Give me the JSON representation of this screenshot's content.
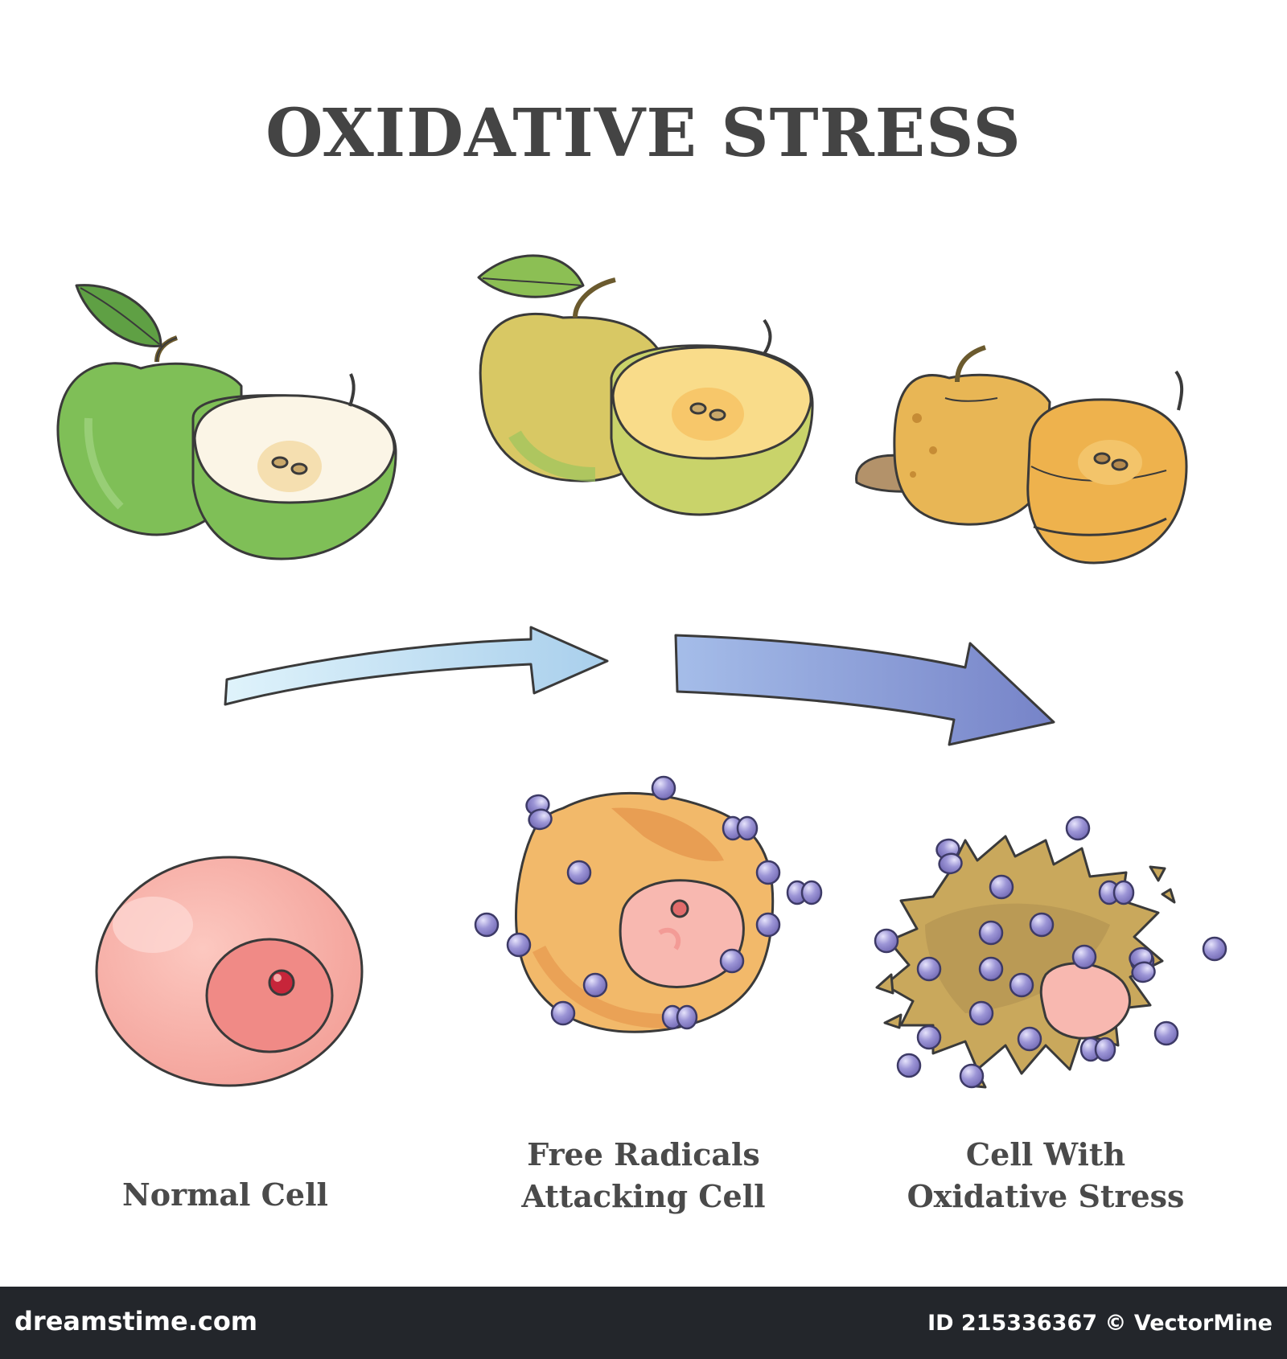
{
  "title": "OXIDATIVE STRESS",
  "stages": [
    {
      "label_lines": [
        "Normal Cell"
      ]
    },
    {
      "label_lines": [
        "Free Radicals",
        "Attacking Cell"
      ]
    },
    {
      "label_lines": [
        "Cell With",
        "Oxidative Stress"
      ]
    }
  ],
  "watermark": {
    "site": "dreamstime.com",
    "image_id": "ID 215336367",
    "author": "© VectorMine"
  },
  "colors": {
    "title": "#444444",
    "arrow_light": "#cde9f5",
    "arrow_dark": "#7f8ed0",
    "radical": "#8a82c9",
    "normal_cell": "#f7aaa2"
  }
}
